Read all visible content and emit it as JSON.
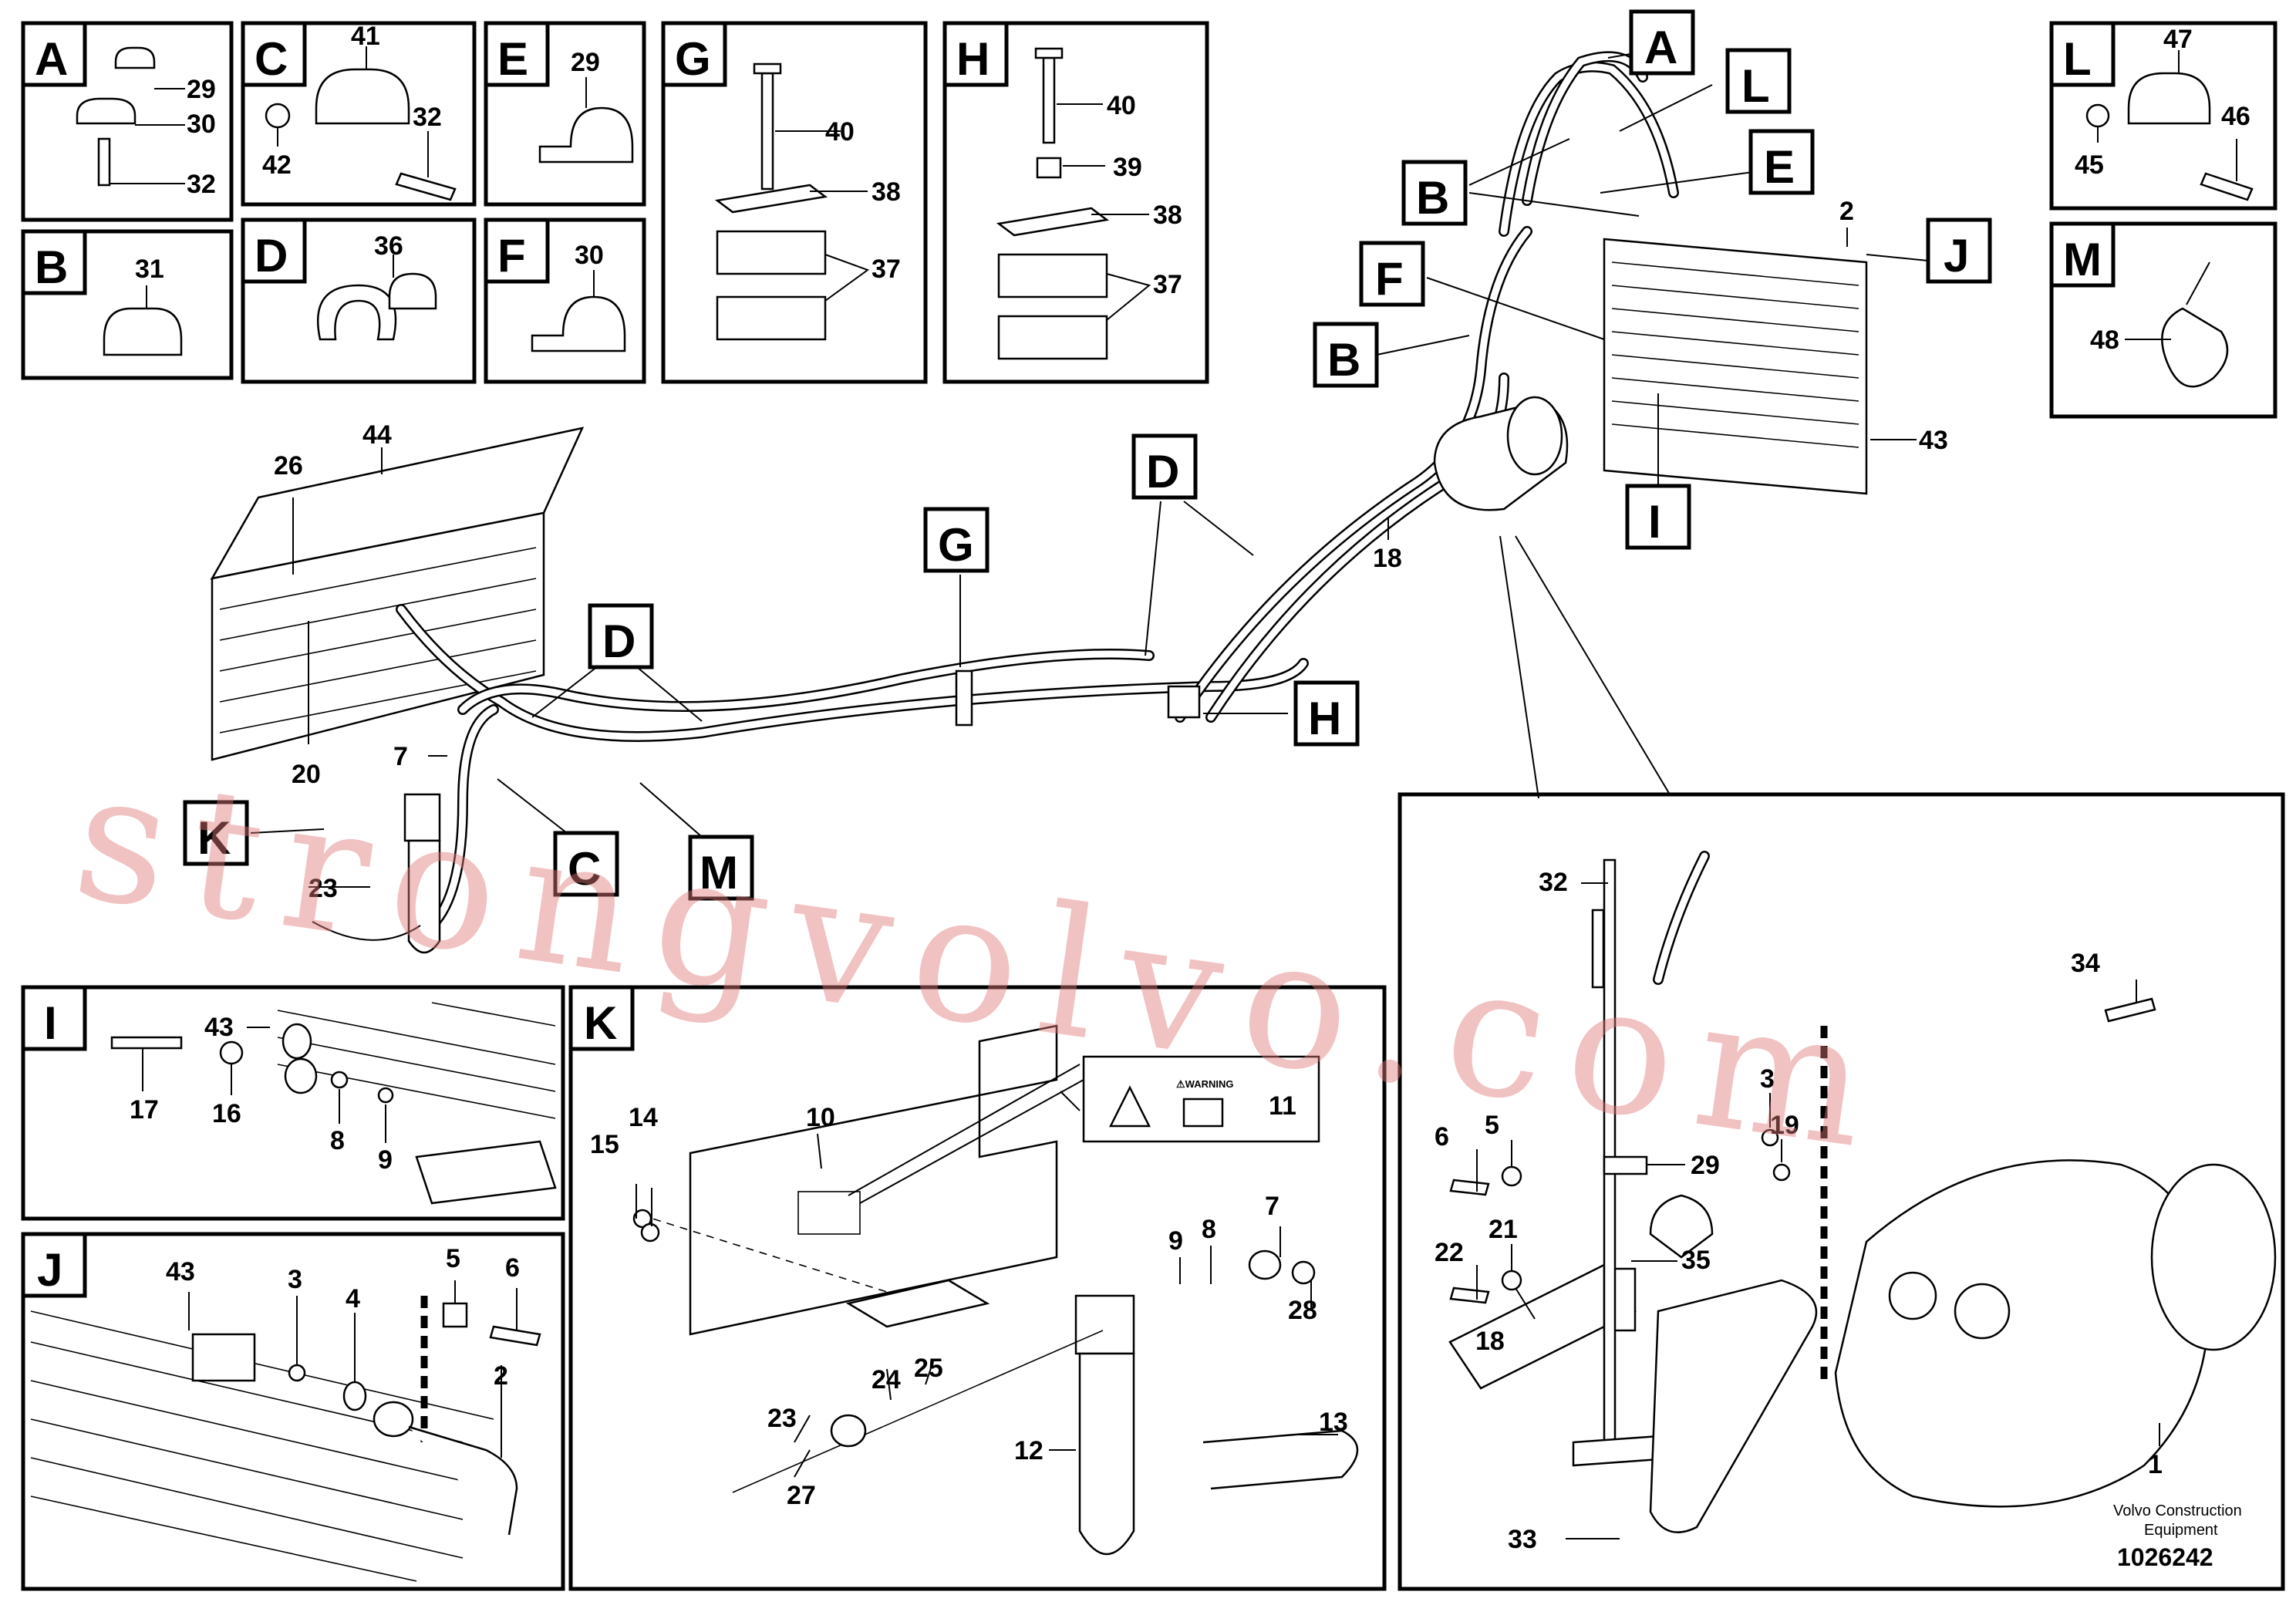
{
  "diagram": {
    "watermark": "strongvolvo.com",
    "brand": [
      "Volvo Construction",
      "Equipment"
    ],
    "doc_number": "1026242",
    "warning_label": "⚠WARNING",
    "view_letters": {
      "A": "A",
      "B": "B",
      "C": "C",
      "D": "D",
      "E": "E",
      "F": "F",
      "G": "G",
      "H": "H",
      "I": "I",
      "J": "J",
      "K": "K",
      "L": "L",
      "M": "M"
    },
    "part_numbers": {
      "p1": "1",
      "p2": "2",
      "p3": "3",
      "p4": "4",
      "p5": "5",
      "p6": "6",
      "p7": "7",
      "p8": "8",
      "p9": "9",
      "p10": "10",
      "p11": "11",
      "p12": "12",
      "p13": "13",
      "p14": "14",
      "p15": "15",
      "p16": "16",
      "p17": "17",
      "p18": "18",
      "p19": "19",
      "p20": "20",
      "p21": "21",
      "p22": "22",
      "p23": "23",
      "p24": "24",
      "p25": "25",
      "p26": "26",
      "p27": "27",
      "p28": "28",
      "p29": "29",
      "p30": "30",
      "p31": "31",
      "p32": "32",
      "p33": "33",
      "p34": "34",
      "p35": "35",
      "p36": "36",
      "p37": "37",
      "p38": "38",
      "p39": "39",
      "p40": "40",
      "p41": "41",
      "p42": "42",
      "p43": "43",
      "p44": "44",
      "p45": "45",
      "p46": "46",
      "p47": "47",
      "p48": "48"
    }
  }
}
